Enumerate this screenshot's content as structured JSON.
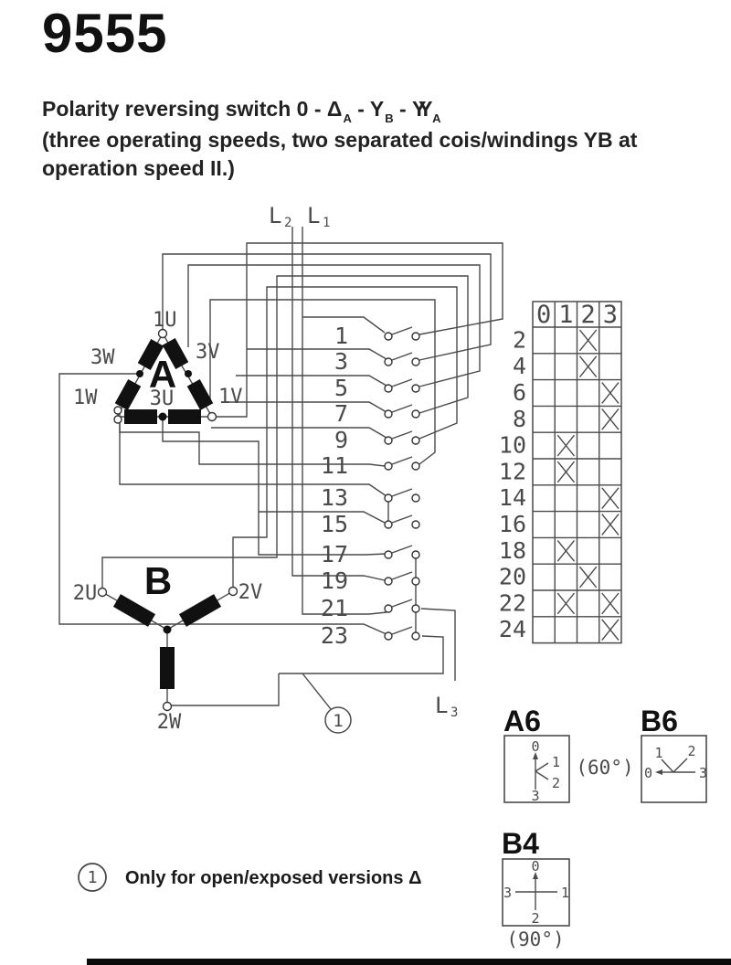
{
  "colors": {
    "ink": "#1a1a1a",
    "line": "#4a4a4a",
    "winding_fill": "#111111"
  },
  "header": {
    "product_number": "9555"
  },
  "title": {
    "prefix": "Polarity reversing switch 0 - ",
    "sym_delta": {
      "base": "Δ",
      "sub": "A"
    },
    "sep1": " - ",
    "sym_y": {
      "base": "Y",
      "sub": "B"
    },
    "sep2": " - ",
    "sym_yy": {
      "base": "YY",
      "sub": "A"
    },
    "line2": "(three operating speeds, two separated cois/windings YB at",
    "line3": "operation speed II.)"
  },
  "schematic": {
    "supply": {
      "l2": {
        "base": "L",
        "sub": "2"
      },
      "l1": {
        "base": "L",
        "sub": "1"
      },
      "l3": {
        "base": "L",
        "sub": "3"
      }
    },
    "winding_a": {
      "name": "A",
      "terminals": {
        "t1u": "1U",
        "t3v": "3V",
        "t3w": "3W",
        "t1w": "1W",
        "t1v": "1V",
        "t3u": "3U"
      }
    },
    "winding_b": {
      "name": "B",
      "terminals": {
        "t2u": "2U",
        "t2v": "2V",
        "t2w": "2W"
      }
    },
    "contact_numbers": [
      "1",
      "3",
      "5",
      "7",
      "9",
      "11",
      "13",
      "15",
      "17",
      "19",
      "21",
      "23"
    ],
    "note_marker": "1"
  },
  "contact_table": {
    "columns": [
      "0",
      "1",
      "2",
      "3"
    ],
    "rows": [
      {
        "label": "2",
        "marks": [
          "2"
        ]
      },
      {
        "label": "4",
        "marks": [
          "2"
        ]
      },
      {
        "label": "6",
        "marks": [
          "3"
        ]
      },
      {
        "label": "8",
        "marks": [
          "3"
        ]
      },
      {
        "label": "10",
        "marks": [
          "1"
        ]
      },
      {
        "label": "12",
        "marks": [
          "1"
        ]
      },
      {
        "label": "14",
        "marks": [
          "3"
        ]
      },
      {
        "label": "16",
        "marks": [
          "3"
        ]
      },
      {
        "label": "18",
        "marks": [
          "1"
        ]
      },
      {
        "label": "20",
        "marks": [
          "2"
        ]
      },
      {
        "label": "22",
        "marks": [
          "1",
          "3"
        ]
      },
      {
        "label": "24",
        "marks": [
          "3"
        ]
      }
    ]
  },
  "position_diagrams": {
    "a6": {
      "label": "A6",
      "pos_top": "0",
      "pos_upper_right": "1",
      "pos_lower_right": "2",
      "pos_bottom": "3"
    },
    "angle_between": "(60°)",
    "b6": {
      "label": "B6",
      "pos_left": "0",
      "pos_upper_left": "1",
      "pos_upper_right": "2",
      "pos_right": "3"
    },
    "b4": {
      "label": "B4",
      "pos_top": "0",
      "pos_right": "1",
      "pos_bottom": "2",
      "pos_left": "3",
      "angle": "(90°)"
    }
  },
  "footnote": {
    "marker": "1",
    "text": "Only for open/exposed versions Δ"
  }
}
